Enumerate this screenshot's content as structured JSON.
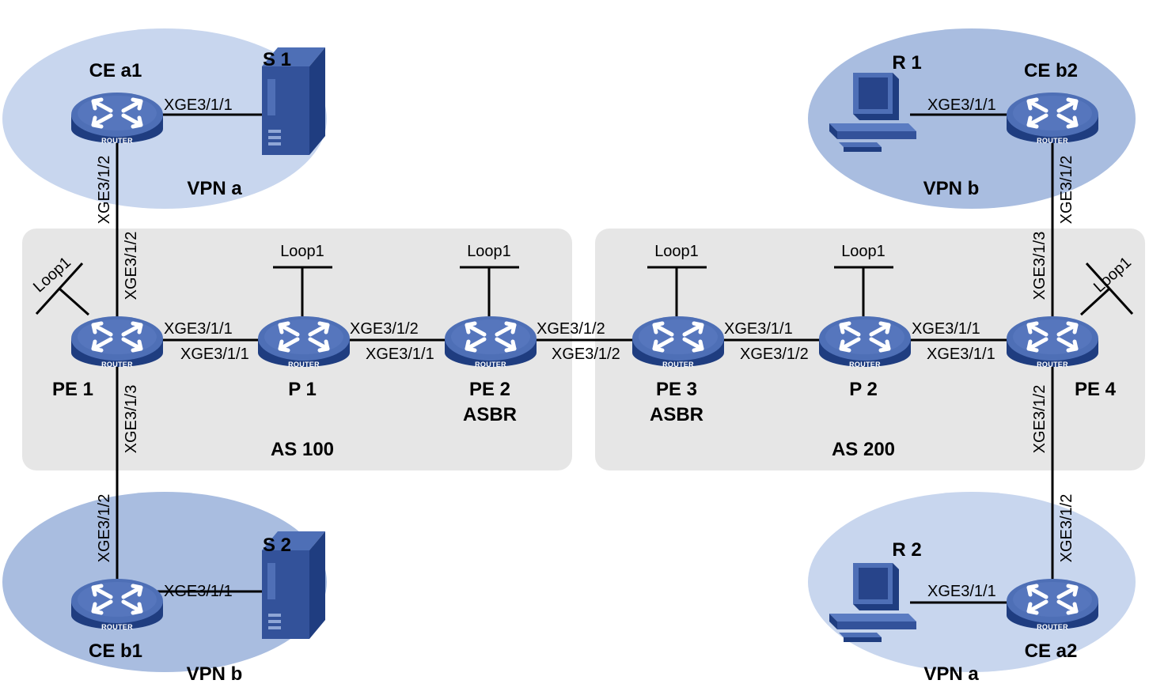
{
  "colors": {
    "as_box": "#e6e6e6",
    "cloud_a": "#c8d6ee",
    "cloud_b": "#a9bde0",
    "router_top": "#4e6fb6",
    "router_side": "#1f3d80"
  },
  "areas": {
    "as100": "AS 100",
    "as200": "AS 200"
  },
  "clouds": {
    "tl": "VPN a",
    "tr": "VPN b",
    "bl": "VPN b",
    "br": "VPN a"
  },
  "router_caption": "ROUTER",
  "devices": {
    "ce_a1": "CE a1",
    "ce_b2": "CE b2",
    "ce_b1": "CE b1",
    "ce_a2": "CE a2",
    "pe1": "PE 1",
    "p1": "P 1",
    "pe2": "PE 2",
    "pe2_role": "ASBR",
    "pe3": "PE 3",
    "pe3_role": "ASBR",
    "p2": "P 2",
    "pe4": "PE 4",
    "s1": "S 1",
    "s2": "S 2",
    "r1": "R 1",
    "r2": "R 2"
  },
  "loopbacks": {
    "pe1": "Loop1",
    "p1": "Loop1",
    "pe2": "Loop1",
    "pe3": "Loop1",
    "p2": "Loop1",
    "pe4": "Loop1"
  },
  "interfaces": {
    "cea1_s1": "XGE3/1/1",
    "cea1_down": "XGE3/1/2",
    "pe1_up": "XGE3/1/2",
    "pe1_right": "XGE3/1/1",
    "p1_left": "XGE3/1/1",
    "p1_right": "XGE3/1/2",
    "pe2_left": "XGE3/1/1",
    "pe2_right": "XGE3/1/2",
    "pe3_left": "XGE3/1/2",
    "pe3_right": "XGE3/1/1",
    "p2_left": "XGE3/1/2",
    "p2_right": "XGE3/1/1",
    "pe4_left": "XGE3/1/1",
    "pe1_down": "XGE3/1/3",
    "ceb1_up": "XGE3/1/2",
    "ceb1_s2": "XGE3/1/1",
    "ceb2_r1": "XGE3/1/1",
    "ceb2_down": "XGE3/1/2",
    "pe4_up": "XGE3/1/3",
    "pe4_down": "XGE3/1/2",
    "cea2_up": "XGE3/1/2",
    "cea2_r2": "XGE3/1/1"
  }
}
